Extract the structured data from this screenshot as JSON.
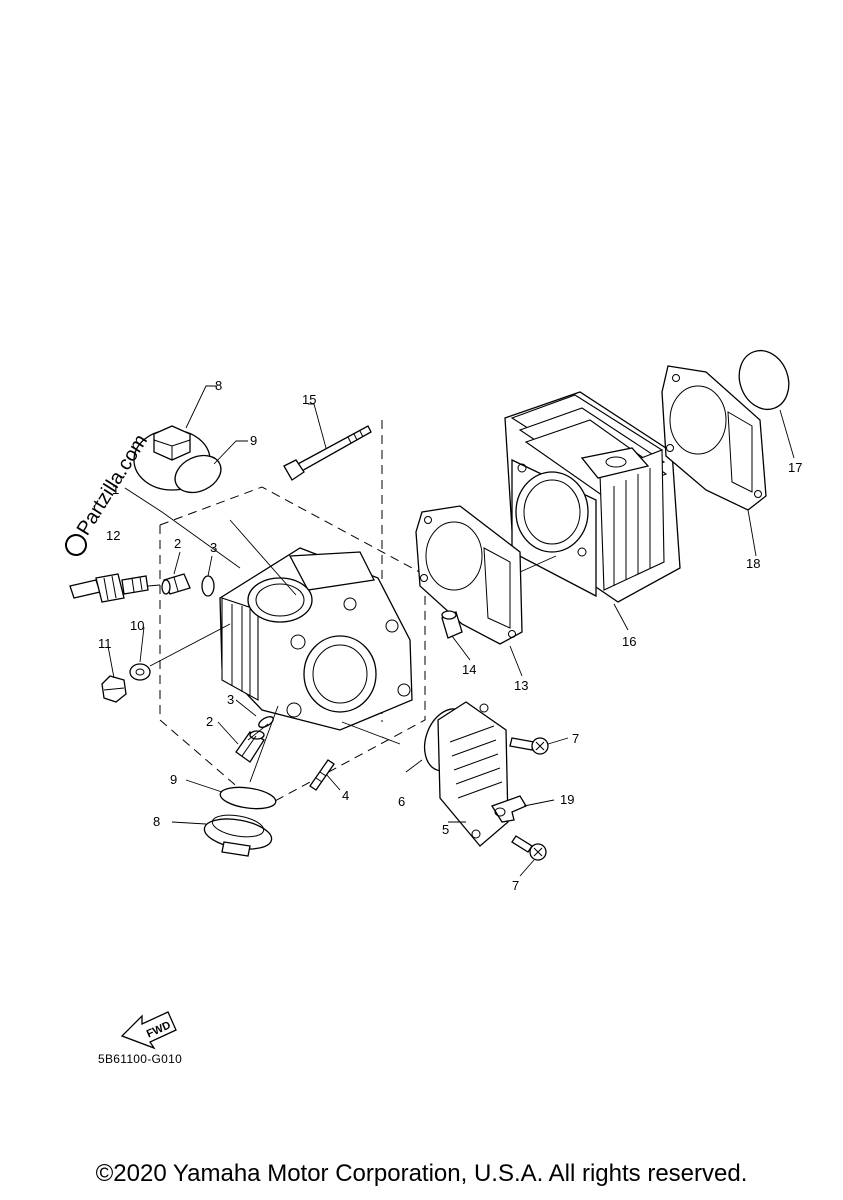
{
  "callouts": {
    "c1": "1",
    "c2a": "2",
    "c2b": "2",
    "c3a": "3",
    "c3b": "3",
    "c4": "4",
    "c5": "5",
    "c6": "6",
    "c7a": "7",
    "c7b": "7",
    "c8a": "8",
    "c8b": "8",
    "c9a": "9",
    "c9b": "9",
    "c10": "10",
    "c11": "11",
    "c12": "12",
    "c13": "13",
    "c14": "14",
    "c15": "15",
    "c16": "16",
    "c17": "17",
    "c18": "18",
    "c19": "19"
  },
  "watermark": "Partzilla.com",
  "fwd_label": "FWD",
  "diagram_code": "5B61100-G010",
  "copyright": "©2020 Yamaha Motor Corporation, U.S.A. All rights reserved."
}
